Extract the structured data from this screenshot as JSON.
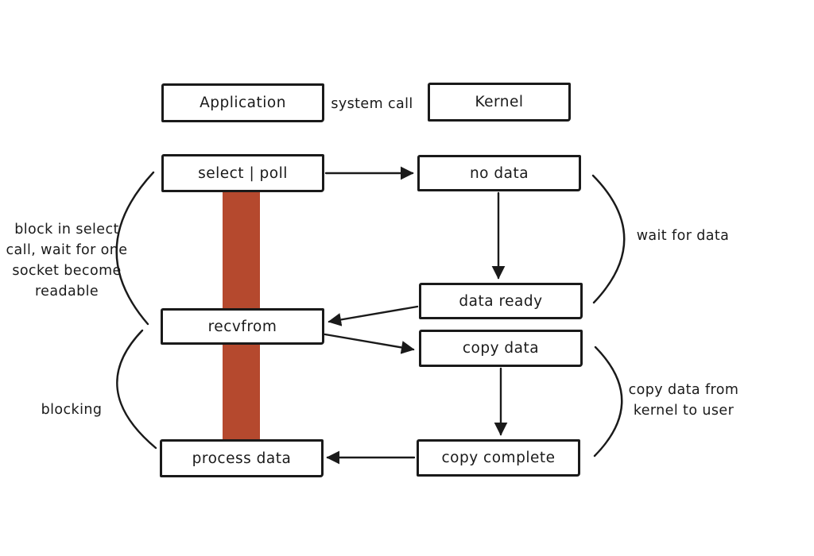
{
  "boxes": {
    "application": "Application",
    "kernel": "Kernel",
    "select_poll": "select | poll",
    "no_data": "no data",
    "data_ready": "data ready",
    "recvfrom": "recvfrom",
    "copy_data": "copy data",
    "copy_complete": "copy complete",
    "process_data": "process data"
  },
  "labels": {
    "system_call": "system call",
    "block_select": "block in select call, wait for one socket become readable",
    "blocking": "blocking",
    "wait_for_data": "wait for data",
    "copy_kernel_user": "copy data from kernel to user"
  },
  "colors": {
    "ink": "#1a1a1a",
    "blocking_bar": "#b5492e",
    "background": "#ffffff"
  }
}
